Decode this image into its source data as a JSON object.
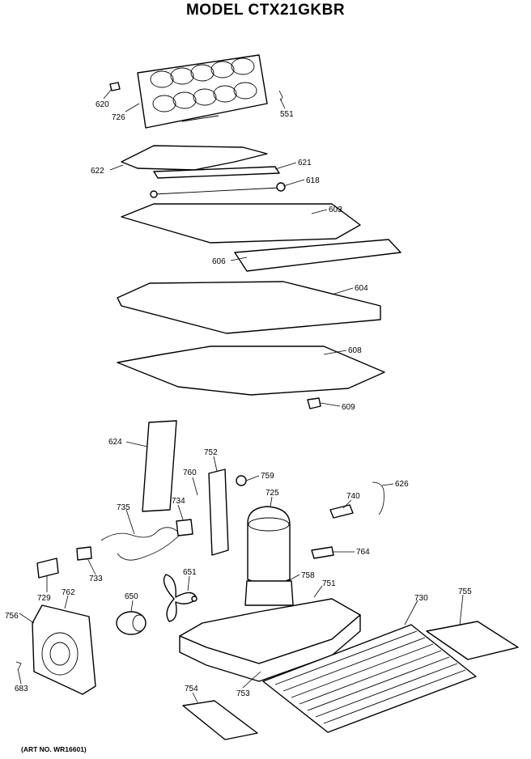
{
  "title": "MODEL CTX21GKBR",
  "art_no": "(ART NO. WR16601)",
  "parts": {
    "p620": "620",
    "p726": "726",
    "p551": "551",
    "p622": "622",
    "p621": "621",
    "p618": "618",
    "p603": "603",
    "p606": "606",
    "p604": "604",
    "p608": "608",
    "p609": "609",
    "p624": "624",
    "p752": "752",
    "p760": "760",
    "p759": "759",
    "p725": "725",
    "p740": "740",
    "p626": "626",
    "p735": "735",
    "p734": "734",
    "p764": "764",
    "p733": "733",
    "p729": "729",
    "p651": "651",
    "p758": "758",
    "p751": "751",
    "p650": "650",
    "p762": "762",
    "p756": "756",
    "p730": "730",
    "p755": "755",
    "p683": "683",
    "p754": "754",
    "p753": "753"
  }
}
